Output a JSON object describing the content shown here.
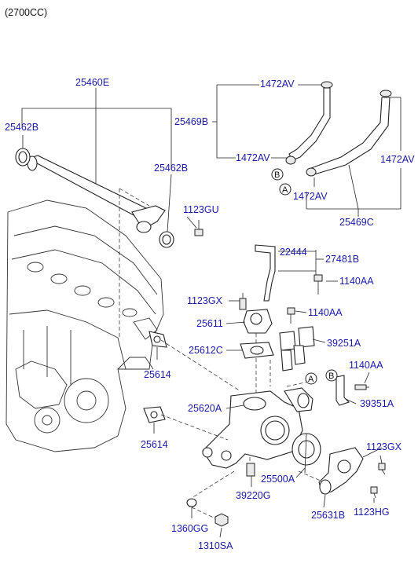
{
  "header": {
    "variant": "(2700CC)"
  },
  "labels": {
    "p25460E": "25460E",
    "p25462B_left": "25462B",
    "p25462B_right": "25462B",
    "p1123GU": "1123GU",
    "p1472AV_top": "1472AV",
    "p25469B": "25469B",
    "p1472AV_mid": "1472AV",
    "p1472AV_right": "1472AV",
    "p1472AV_low": "1472AV",
    "p25469C": "25469C",
    "p22444": "22444",
    "p27481B": "27481B",
    "p1140AA_a": "1140AA",
    "p1123GX_a": "1123GX",
    "p1140AA_b": "1140AA",
    "p25611": "25611",
    "p39251A": "39251A",
    "p25612C": "25612C",
    "p25614_a": "25614",
    "p1140AA_c": "1140AA",
    "p39351A": "39351A",
    "p25620A": "25620A",
    "p25614_b": "25614",
    "p1123GX_b": "1123GX",
    "p25500A": "25500A",
    "p39220G": "39220G",
    "p1123HG": "1123HG",
    "p25631B": "25631B",
    "p1360GG": "1360GG",
    "p1310SA": "1310SA"
  },
  "callouts": {
    "a_top": "A",
    "b_top": "B",
    "a_low": "A",
    "b_low": "B"
  }
}
